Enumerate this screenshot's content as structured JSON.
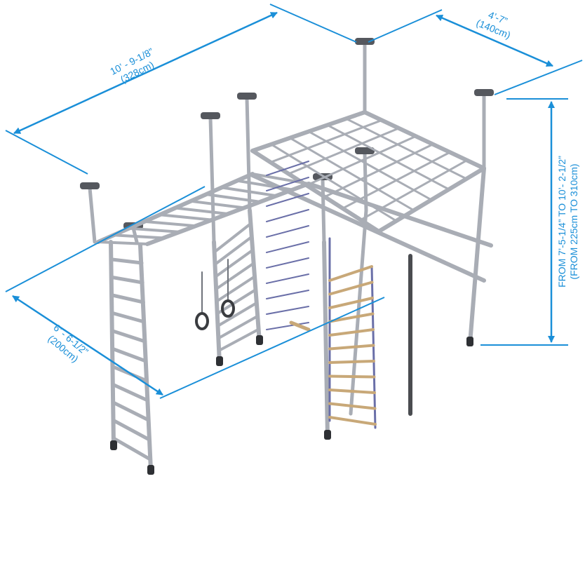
{
  "colors": {
    "dimension": "#1a8fd8",
    "frame": "#a9adb5",
    "frame_dark": "#6f737b",
    "joint": "#55585e",
    "net": "#6a6fa8",
    "rung_wood": "#c8a878"
  },
  "dimensions": {
    "length": {
      "imperial": "10’ - 9-1/8”",
      "metric": "(328cm)"
    },
    "width": {
      "imperial": "4’-7”",
      "metric": "(140cm)"
    },
    "height": {
      "imperial": "FROM 7’-5-1/4” TO 10’- 2-1/2”",
      "metric": "(FROM 225cm TO 310cm)"
    },
    "depth": {
      "imperial": "6’ - 6-1/2”",
      "metric": "(200cm)"
    }
  }
}
